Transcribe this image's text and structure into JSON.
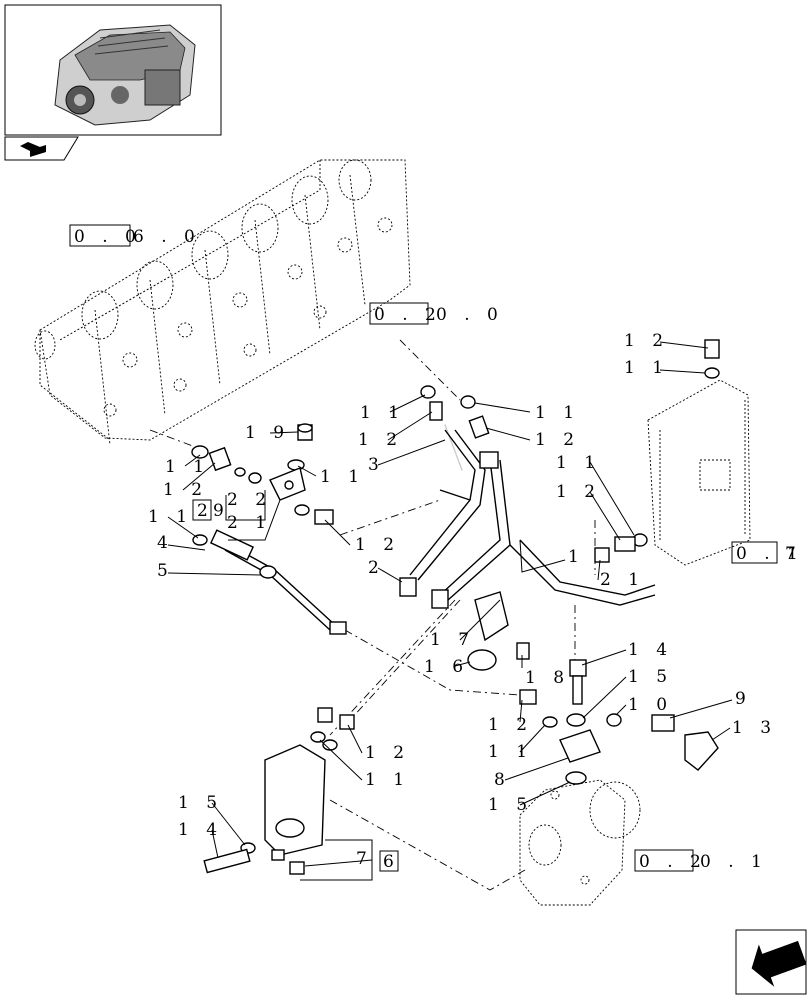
{
  "nav": {
    "thumbnail": "engine-thumbnail",
    "book_icon": "book-icon",
    "next_icon": "next-page-arrow-icon"
  },
  "refs": {
    "r1_box": "0 . 0",
    "r1_rest": "6 . 0",
    "r2_box": "0 . 2",
    "r2_rest": "0 . 0",
    "r3_box": "0 . 1",
    "r3_rest": "7",
    "r4_box": "0 . 2",
    "r4_rest": "0 . 1"
  },
  "callouts": {
    "c1": "1",
    "c2": "2",
    "c3": "3",
    "c4": "4",
    "c5": "5",
    "c7": "7",
    "c8": "8",
    "c9": "9",
    "c10": "1 0",
    "c11a": "1 1",
    "c11b": "1 1",
    "c11c": "1 1",
    "c11d": "1 1",
    "c11e": "1 1",
    "c11f": "1 1",
    "c11g": "1 1",
    "c11h": "1 1",
    "c11i": "1 1",
    "c12a": "1 2",
    "c12b": "1 2",
    "c12c": "1 2",
    "c12d": "1 2",
    "c12e": "1 2",
    "c12f": "1 2",
    "c12g": "1 2",
    "c12h": "1 2",
    "c13": "1 3",
    "c14a": "1 4",
    "c14b": "1 4",
    "c15a": "1 5",
    "c15b": "1 5",
    "c15c": "1 5",
    "c16": "1 6",
    "c17": "1 7",
    "c18": "1 8",
    "c19": "1 9",
    "c20": "2",
    "c21a": "2 1",
    "c21b": "2 1",
    "c22": "2 2",
    "c29box": "2",
    "c29rest": "9",
    "c6box": "6"
  }
}
